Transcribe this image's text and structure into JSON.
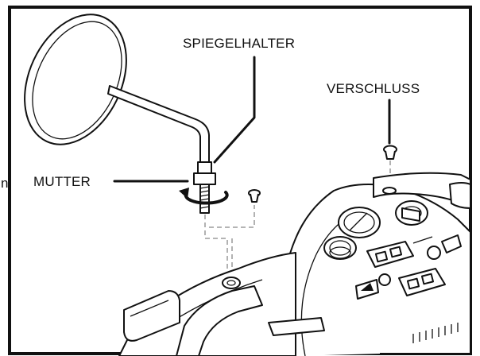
{
  "labels": {
    "mirror_holder": "SPIEGELHALTER",
    "closure": "VERSCHLUSS",
    "nut": "MUTTER"
  },
  "stray_glyph": "n",
  "colors": {
    "ink": "#111111",
    "paper": "#ffffff",
    "dash": "#888888"
  }
}
